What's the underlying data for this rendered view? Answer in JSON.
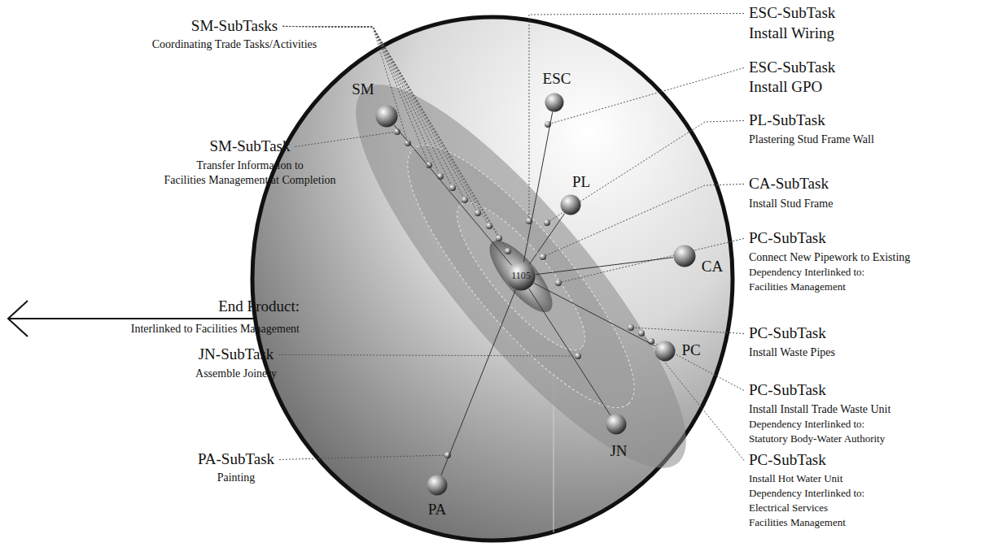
{
  "diagram": {
    "nodes": [
      {
        "text": [
          "SM"
        ]
      },
      {
        "text": [
          "ESC"
        ]
      },
      {
        "text": [
          "PL"
        ]
      },
      {
        "text": [
          "1105"
        ]
      },
      {
        "text": [
          "CA"
        ]
      },
      {
        "text": [
          "PC"
        ]
      },
      {
        "text": [
          "JN"
        ]
      },
      {
        "text": [
          "PA"
        ]
      }
    ],
    "edges": [
      {
        "from": 3,
        "to": 0,
        "arrow": "none"
      },
      {
        "from": 3,
        "to": 1,
        "arrow": "none"
      },
      {
        "from": 3,
        "to": 2,
        "arrow": "none"
      },
      {
        "from": 3,
        "to": 4,
        "arrow": "none"
      },
      {
        "from": 3,
        "to": 5,
        "arrow": "none"
      },
      {
        "from": 3,
        "to": 6,
        "arrow": "none"
      },
      {
        "from": 3,
        "to": 7,
        "arrow": "none"
      }
    ],
    "labels": [
      "SM-SubTasks",
      "Coordinating Trade Tasks/Activities",
      "ESC-SubTask",
      "Install Wiring",
      "ESC-SubTask",
      "Install GPO",
      "PL-SubTask",
      "Plastering Stud Frame Wall",
      "SM-SubTask",
      "Transfer Information to",
      "Facilities Management at Completion",
      "CA-SubTask",
      "Install Stud Frame",
      "PC-SubTask",
      "Connect New Pipework to Existing",
      "Dependency Interlinked to:",
      "Facilities Management",
      "End Product:",
      "Interlinked to Facilities Management",
      "PC-SubTask",
      "Install Waste Pipes",
      "JN-SubTask",
      "Assemble Joinery",
      "PC-SubTask",
      "Install Install Trade Waste Unit",
      "Dependency Interlinked to:",
      "Statutory Body-Water Authority",
      "PA-SubTask",
      "Painting",
      "PC-SubTask",
      "Install Hot Water Unit",
      "Dependency Interlinked to:",
      "Electrical Services",
      "Facilities Management"
    ]
  }
}
